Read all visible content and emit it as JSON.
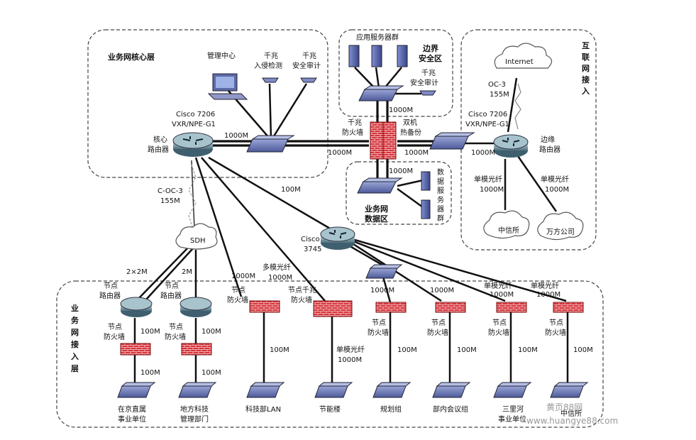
{
  "zones": {
    "core": "业务网核心层",
    "border": [
      "边界",
      "安全区"
    ],
    "internet_access": [
      "互",
      "联",
      "网",
      "接",
      "入"
    ],
    "data": [
      "业务网",
      "数据区"
    ],
    "access": [
      "业",
      "务",
      "网",
      "接",
      "入",
      "层"
    ]
  },
  "core": {
    "mgmt": "管理中心",
    "ids": [
      "千兆",
      "入侵检测"
    ],
    "audit": [
      "千兆",
      "安全审计"
    ],
    "router_model": [
      "Cisco 7206",
      "VXR/NPE-G1"
    ],
    "router_name": [
      "核心",
      "路由器"
    ],
    "link_1000m": "1000M"
  },
  "border": {
    "servers": "应用服务器群",
    "audit": [
      "千兆",
      "安全审计"
    ],
    "link_1000m": "1000M",
    "firewall": [
      "千兆",
      "防火墙"
    ],
    "hot_backup": [
      "双机",
      "热备份"
    ],
    "left_1000m": "1000M",
    "right_1000m": "1000M"
  },
  "data_zone": {
    "link_1000m": "1000M",
    "servers": [
      "数",
      "据",
      "服",
      "务",
      "器",
      "群"
    ]
  },
  "internet": {
    "cloud": "Internet",
    "oc3": [
      "OC-3",
      "155M"
    ],
    "router_model": [
      "Cisco 7206",
      "VXR/NPE-G1"
    ],
    "router_name": [
      "边缘",
      "路由器"
    ],
    "link_1000m": "1000M",
    "fiber_left": [
      "单模光纤",
      "1000M"
    ],
    "fiber_right": [
      "单模光纤",
      "1000M"
    ],
    "isp1": "中信所",
    "isp2": "万方公司"
  },
  "middle": {
    "coc3": [
      "C-OC-3",
      "155M"
    ],
    "sdh": "SDH",
    "link_100m": "100M",
    "cisco3745": [
      "Cisco",
      "3745"
    ]
  },
  "access": {
    "sdh_2x2m": "2×2M",
    "sdh_2m": "2M",
    "node_router": [
      "节点",
      "路由器"
    ],
    "node_fw": [
      "节点",
      "防火墙"
    ],
    "node_fw_gig": [
      "节点千兆",
      "防火墙"
    ],
    "mm_fiber": [
      "多模光纤",
      "1000M"
    ],
    "sm_fiber": [
      "单模光纤",
      "1000M"
    ],
    "l100": "100M",
    "l1000": "1000M",
    "dept": [
      "在京直属",
      "事业单位",
      "地方科技",
      "管理部门",
      "科技部LAN",
      "节能楼",
      "规划组",
      "部内会议组",
      "三里河",
      "事业单位",
      "中信所"
    ]
  },
  "watermark": [
    "黄页88网",
    "www.huangye88.com"
  ]
}
